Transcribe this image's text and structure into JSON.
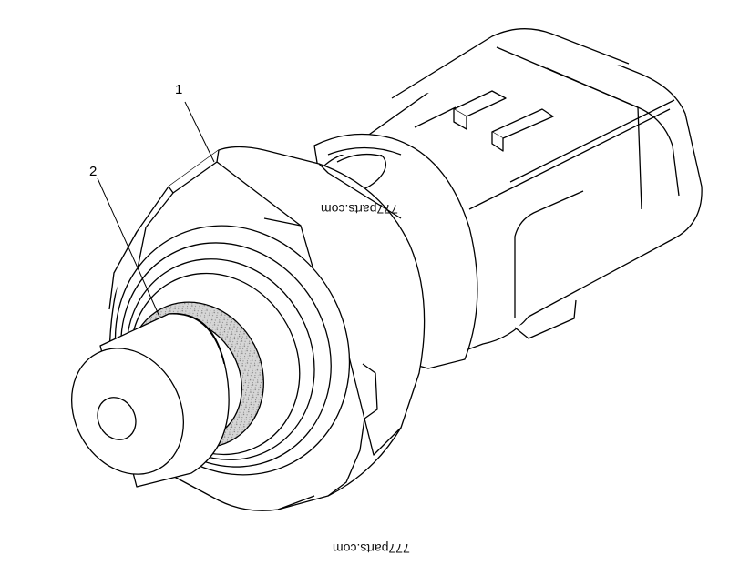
{
  "callouts": {
    "part_1": "1",
    "part_2": "2"
  },
  "watermark": {
    "mid": "777parts.com",
    "bottom": "777parts.com"
  },
  "colors": {
    "line": "#000000",
    "background": "#ffffff",
    "seal_fill": "#c8c8c8"
  }
}
